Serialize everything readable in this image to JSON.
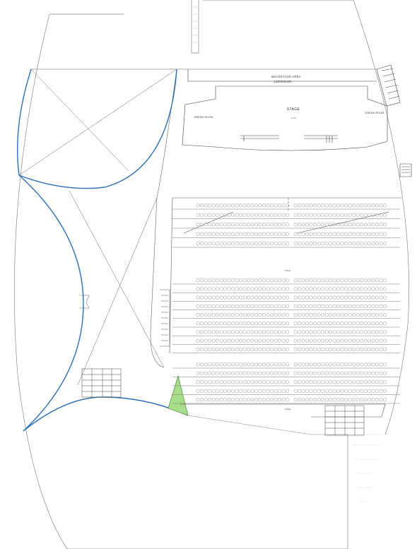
{
  "drawing": {
    "labels": {
      "corridor_line1": "BACKSTAGE AREA",
      "corridor_line2": "CORRIDOR",
      "stage": "STAGE",
      "stage_sub": "+1.00",
      "green_room_left": "GREEN ROOM",
      "green_room_right": "GREEN ROOM",
      "aisle_center": "AISLE",
      "aisle_bottom": "AISLE"
    },
    "colors": {
      "line": "#555555",
      "thin": "#8a8a8a",
      "curve": "#2d6fb7",
      "triangle": "#a8dd8a",
      "seat": "#9a9a9a"
    },
    "seating": {
      "blocks": 2,
      "upper_rows": 5,
      "middle_rows": 9,
      "lower_rows": 5
    }
  }
}
